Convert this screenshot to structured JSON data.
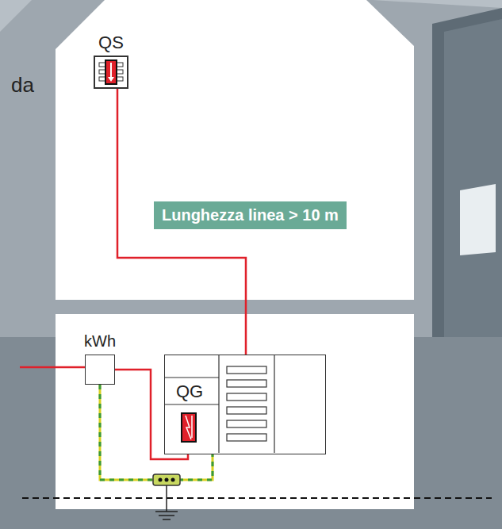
{
  "diagram": {
    "nodes": [
      {
        "text": [
          "QS"
        ]
      },
      {
        "text": [
          "kWh"
        ]
      },
      {
        "text": [
          "QG"
        ]
      }
    ],
    "edges": [
      {
        "from": 0,
        "to": 2,
        "arrow": "none",
        "label": "Lunghezza linea > 10 m"
      },
      {
        "from": 1,
        "to": 2,
        "arrow": "none"
      }
    ],
    "labels": [
      "da"
    ]
  }
}
